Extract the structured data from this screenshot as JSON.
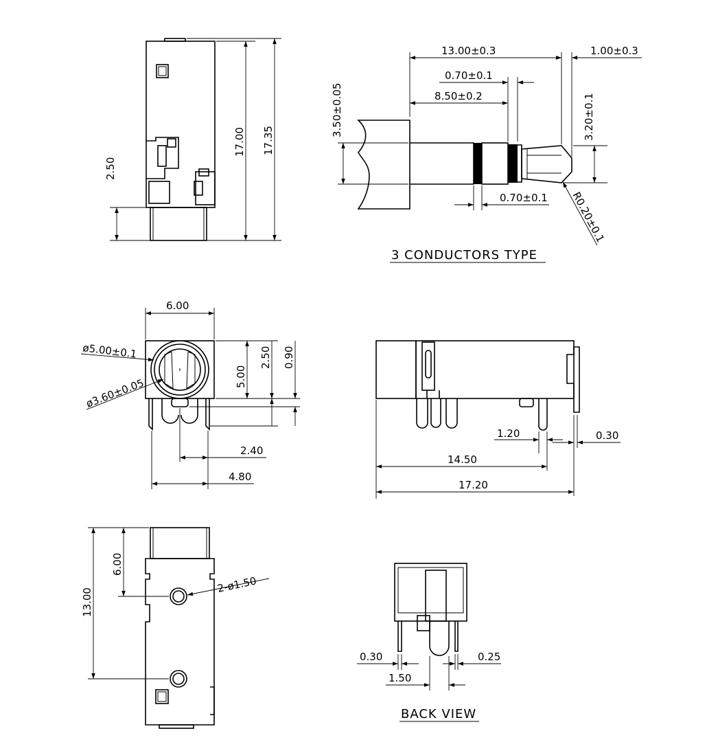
{
  "plug": {
    "dims": {
      "total_length": "13.00±0.3",
      "tip_extra": "1.00±0.3",
      "insulator_width": "0.70±0.1",
      "sleeve_length": "8.50±0.2",
      "diameter": "3.50±0.05",
      "tip_diameter": "3.20±0.1",
      "ring_gap": "0.70±0.1",
      "tip_radius": "R0.20±0.1"
    },
    "caption": "3 CONDUCTORS TYPE"
  },
  "side_view": {
    "dims": {
      "height_17_00": "17.00",
      "height_17_35": "17.35",
      "base_2_50": "2.50"
    }
  },
  "front_view": {
    "dims": {
      "width": "6.00",
      "outer_diameter": "ø5.00±0.1",
      "inner_diameter": "ø3.60±0.05",
      "height_5_00": "5.00",
      "height_2_50": "2.50",
      "height_0_90": "0.90",
      "pin_2_40": "2.40",
      "pin_4_80": "4.80"
    }
  },
  "long_view": {
    "dims": {
      "pin_1_20": "1.20",
      "pin_0_30": "0.30",
      "len_14_50": "14.50",
      "len_17_20": "17.20"
    }
  },
  "top_view": {
    "dims": {
      "len_6_00": "6.00",
      "len_13_00": "13.00",
      "holes": "2-ø1.50"
    }
  },
  "back_view": {
    "dims": {
      "pin_0_30": "0.30",
      "pin_0_25": "0.25",
      "pitch_1_50": "1.50"
    },
    "caption": "BACK VIEW"
  }
}
